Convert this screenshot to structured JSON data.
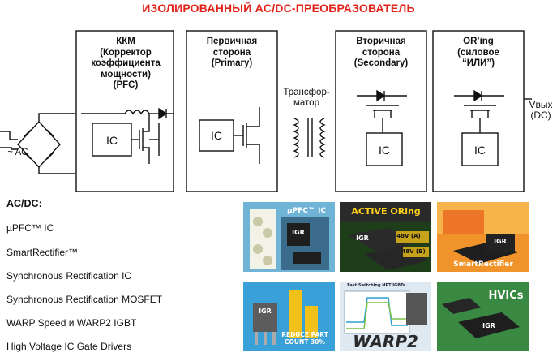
{
  "title": "ИЗОЛИРОВАННЫЙ AC/DC-ПРЕОБРАЗОВАТЕЛЬ",
  "blocks": {
    "pfc": "ККМ\n(Корректор\nкоэффициента\nмощности)\n(PFC)",
    "primary": "Первичная\nсторона\n(Primary)",
    "secondary": "Вторичная\nсторона\n(Secondary)",
    "oring": "OR’ing\n(силовое\n“ИЛИ”)"
  },
  "labels": {
    "ac": "~ AC",
    "transformer": "Трансфор-\nматор",
    "vout": "Vвых\n(DC)",
    "ic": "IC"
  },
  "list_title": "AC/DC:",
  "products": [
    "µPFC™ IC",
    "SmartRectifier™",
    "Synchronous Rectification IC",
    "Synchronous Rectification MOSFET",
    "WARP Speed и WARP2 IGBT",
    "High Voltage IC Gate Drivers"
  ],
  "tiles": {
    "upfc": "µPFC™ IC",
    "active_oring": "ACTIVE ORing",
    "v48a": "48V (A)",
    "v48b": "48V (B)",
    "smartrectifier": "SmartRectifier",
    "reduce": "REDUCE PART\nCOUNT 30%",
    "warp2": "WARP2",
    "warp_caption": "Fast Switching NPT IGBTs",
    "hvics": "HVICs",
    "logo": "IGR"
  },
  "colors": {
    "title": "#e2231a",
    "line": "#111111"
  }
}
